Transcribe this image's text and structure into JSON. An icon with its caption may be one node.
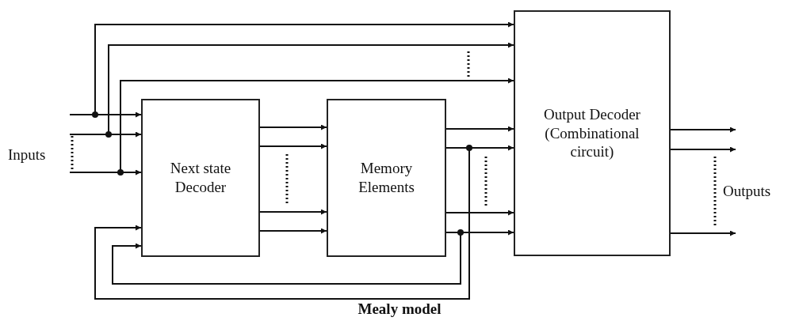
{
  "diagram": {
    "caption": "Mealy model",
    "nodes": [
      {
        "text": [
          "Next state Decoder"
        ]
      },
      {
        "text": [
          "Memory Elements"
        ]
      },
      {
        "text": [
          "Output Decoder (Combinational circuit)"
        ]
      }
    ],
    "edges": [
      {
        "from": null,
        "to": 0,
        "arrow": "to"
      },
      {
        "from": null,
        "to": 0,
        "arrow": "to"
      },
      {
        "from": null,
        "to": 0,
        "arrow": "to"
      },
      {
        "from": null,
        "to": 2,
        "arrow": "to"
      },
      {
        "from": null,
        "to": 2,
        "arrow": "to"
      },
      {
        "from": null,
        "to": 2,
        "arrow": "to"
      },
      {
        "from": 0,
        "to": 1,
        "arrow": "to"
      },
      {
        "from": 0,
        "to": 1,
        "arrow": "to"
      },
      {
        "from": 0,
        "to": 1,
        "arrow": "to"
      },
      {
        "from": 0,
        "to": 1,
        "arrow": "to"
      },
      {
        "from": 1,
        "to": 2,
        "arrow": "to"
      },
      {
        "from": 1,
        "to": 2,
        "arrow": "to"
      },
      {
        "from": 1,
        "to": 2,
        "arrow": "to"
      },
      {
        "from": 1,
        "to": 2,
        "arrow": "to"
      },
      {
        "from": 1,
        "to": 0,
        "arrow": "to"
      },
      {
        "from": 1,
        "to": 0,
        "arrow": "to"
      },
      {
        "from": 2,
        "to": null,
        "arrow": "to"
      },
      {
        "from": 2,
        "to": null,
        "arrow": "to"
      },
      {
        "from": 2,
        "to": null,
        "arrow": "to"
      }
    ],
    "labels": [
      "Inputs",
      "Outputs"
    ]
  }
}
